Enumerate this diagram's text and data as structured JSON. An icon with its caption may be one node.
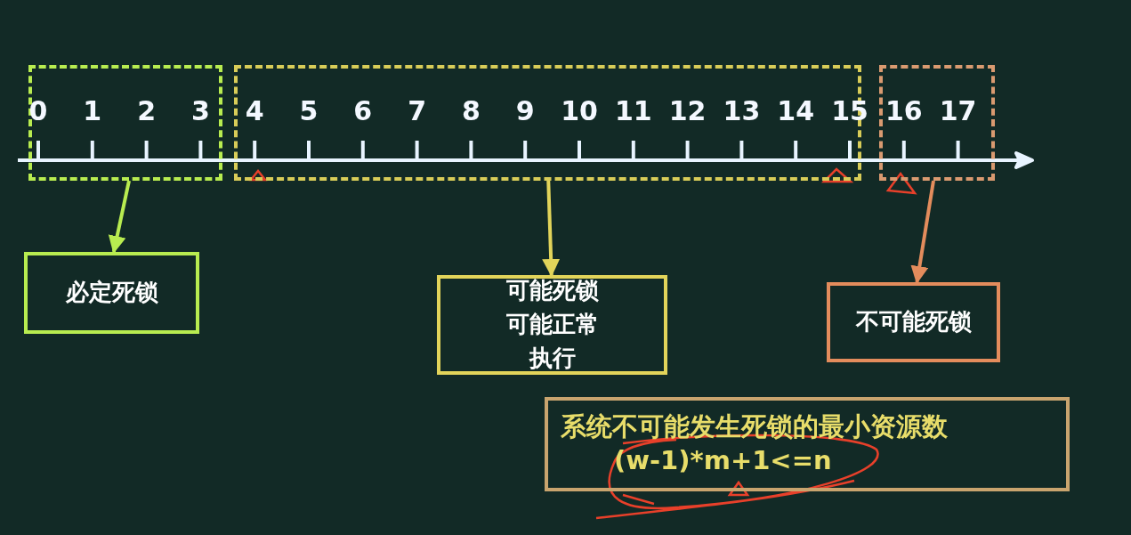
{
  "diagram": {
    "nodes": [
      {
        "text": [],
        "shape": "box"
      },
      {
        "text": [],
        "shape": "box"
      },
      {
        "text": [],
        "shape": "box"
      },
      {
        "text": [
          "必定死锁"
        ]
      },
      {
        "text": [
          "可能死锁可能正常执行"
        ]
      },
      {
        "text": [
          "不可能死锁"
        ]
      },
      {
        "text": [
          "系统不可能发生死锁的最小资源数",
          "(w-1)*m+1<=n"
        ]
      }
    ],
    "edges": [
      {
        "from": 0,
        "to": 3,
        "arrow": "to",
        "color": "#b8ec50"
      },
      {
        "from": 1,
        "to": 4,
        "arrow": "to",
        "color": "#e2d45a"
      },
      {
        "from": 2,
        "to": 5,
        "arrow": "to",
        "color": "#e38c5c"
      }
    ],
    "labels": [
      "0",
      "1",
      "2",
      "3",
      "4",
      "5",
      "6",
      "7",
      "8",
      "9",
      "10",
      "11",
      "12",
      "13",
      "14",
      "15",
      "16",
      "17"
    ]
  }
}
